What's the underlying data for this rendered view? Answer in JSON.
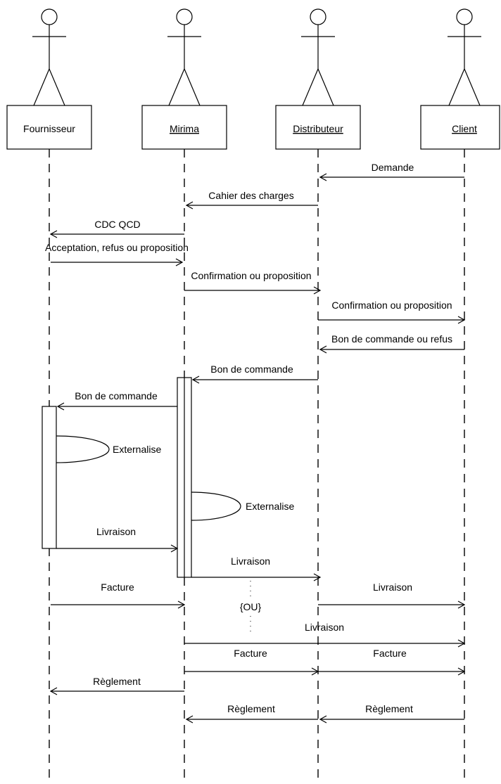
{
  "actors": [
    {
      "id": "fournisseur",
      "label": "Fournisseur",
      "underline": false
    },
    {
      "id": "mirima",
      "label": "Mirima",
      "underline": true
    },
    {
      "id": "distributeur",
      "label": "Distributeur",
      "underline": true
    },
    {
      "id": "client",
      "label": "Client",
      "underline": true
    }
  ],
  "messages": [
    {
      "label": "Demande",
      "from": "client",
      "to": "distributeur"
    },
    {
      "label": "Cahier des charges",
      "from": "distributeur",
      "to": "mirima"
    },
    {
      "label": "CDC QCD",
      "from": "mirima",
      "to": "fournisseur"
    },
    {
      "label": "Acceptation, refus ou proposition",
      "from": "fournisseur",
      "to": "mirima"
    },
    {
      "label": "Confirmation ou proposition",
      "from": "mirima",
      "to": "distributeur"
    },
    {
      "label": "Confirmation ou proposition",
      "from": "distributeur",
      "to": "client"
    },
    {
      "label": "Bon de commande ou refus",
      "from": "client",
      "to": "distributeur"
    },
    {
      "label": "Bon de commande",
      "from": "distributeur",
      "to": "mirima"
    },
    {
      "label": "Bon de commande",
      "from": "mirima",
      "to": "fournisseur"
    },
    {
      "label": "Livraison",
      "from": "fournisseur",
      "to": "mirima"
    },
    {
      "label": "Livraison",
      "from": "mirima",
      "to": "distributeur"
    },
    {
      "label": "Facture",
      "from": "fournisseur",
      "to": "mirima"
    },
    {
      "label": "Livraison",
      "from": "distributeur",
      "to": "client"
    },
    {
      "label": "Livraison",
      "from": "mirima",
      "to": "client"
    },
    {
      "label": "Facture",
      "from": "mirima",
      "to": "distributeur"
    },
    {
      "label": "Facture",
      "from": "distributeur",
      "to": "client"
    },
    {
      "label": "Règlement",
      "from": "mirima",
      "to": "fournisseur"
    },
    {
      "label": "Règlement",
      "from": "distributeur",
      "to": "mirima"
    },
    {
      "label": "Règlement",
      "from": "client",
      "to": "distributeur"
    }
  ],
  "self_calls": [
    {
      "label": "Externalise",
      "on": "fournisseur"
    },
    {
      "label": "Externalise",
      "on": "mirima"
    }
  ],
  "alternative_label": "{OU}"
}
